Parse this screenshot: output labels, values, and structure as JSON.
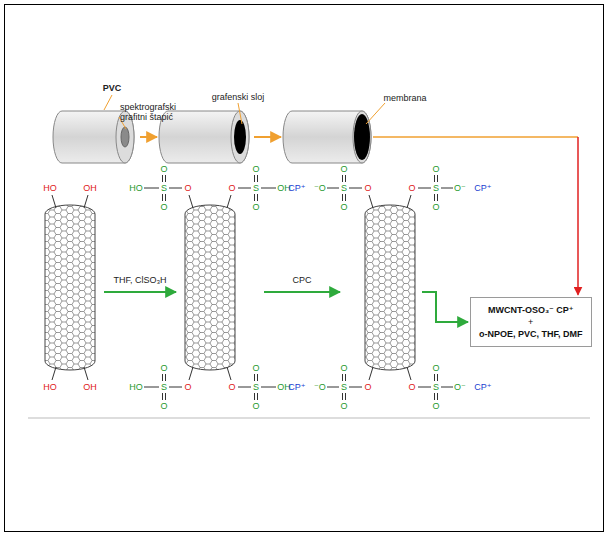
{
  "diagram": {
    "nodes": [
      {
        "text": [
          "MWCNT-OSO₃⁻ CP⁺",
          "+",
          "o-NPOE, PVC, THF, DMF"
        ]
      }
    ],
    "labels": [
      "PVC",
      "spektrografski grafitni štapić",
      "grafenski sloj",
      "membrana",
      "HO",
      "OH",
      "HO",
      "OH",
      "THF, ClSO₃H",
      "HO",
      "S",
      "O",
      "O",
      "O",
      "OH",
      "S",
      "O",
      "O",
      "O",
      "HO",
      "S",
      "O",
      "O",
      "O",
      "OH",
      "S",
      "O",
      "O",
      "O",
      "CPC",
      "CP⁺",
      "⁻O",
      "S",
      "O",
      "O",
      "O",
      "CP⁺",
      "O⁻",
      "S",
      "O",
      "O",
      "O",
      "CP⁺",
      "⁻O",
      "S",
      "O",
      "O",
      "O",
      "CP⁺",
      "O⁻",
      "S",
      "O",
      "O",
      "O"
    ]
  }
}
